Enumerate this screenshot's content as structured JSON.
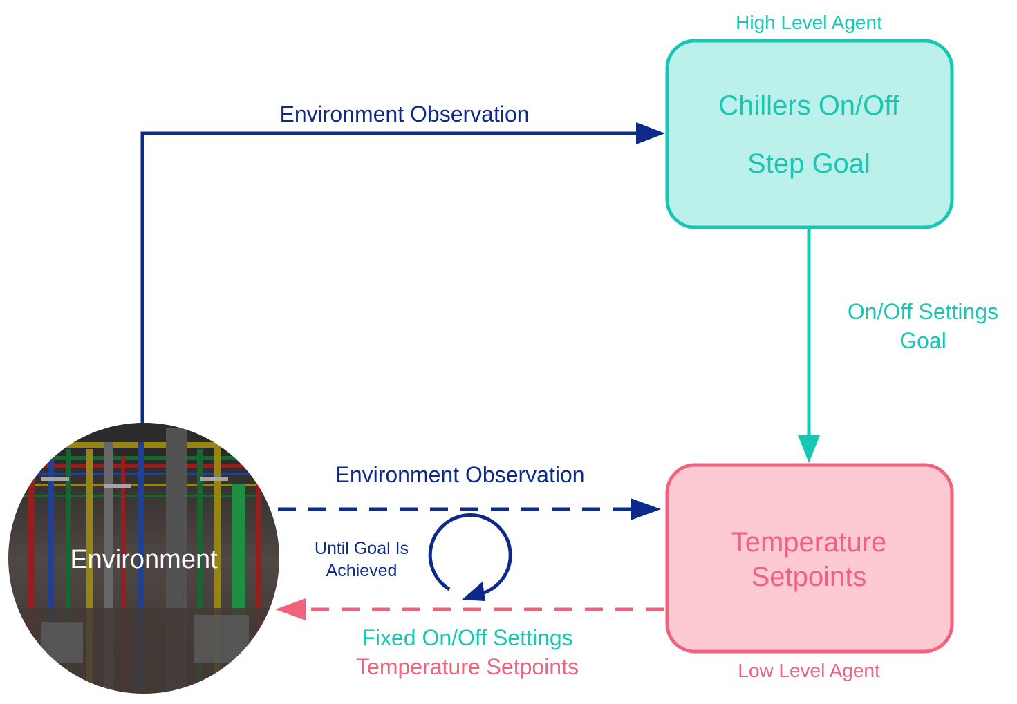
{
  "colors": {
    "navy": "#0c2a8a",
    "teal": "#18c6b4",
    "teal_fill": "#bcf0ea",
    "pink": "#f2627c",
    "pink_fill": "#fdc9d3",
    "env_text": "#ffffff"
  },
  "high_agent": {
    "caption": "High Level Agent",
    "line1": "Chillers On/Off",
    "line2": "Step Goal"
  },
  "low_agent": {
    "caption": "Low Level Agent",
    "line1": "Temperature",
    "line2": "Setpoints"
  },
  "environment": {
    "label": "Environment",
    "image": "data-center-photo"
  },
  "arrows": {
    "top_observation": "Environment Observation",
    "goal_line1": "On/Off Settings",
    "goal_line2": "Goal",
    "low_observation": "Environment Observation",
    "loop_line1": "Until Goal Is",
    "loop_line2": "Achieved",
    "fixed_settings": "Fixed On/Off Settings",
    "temp_setpoints": "Temperature Setpoints"
  }
}
